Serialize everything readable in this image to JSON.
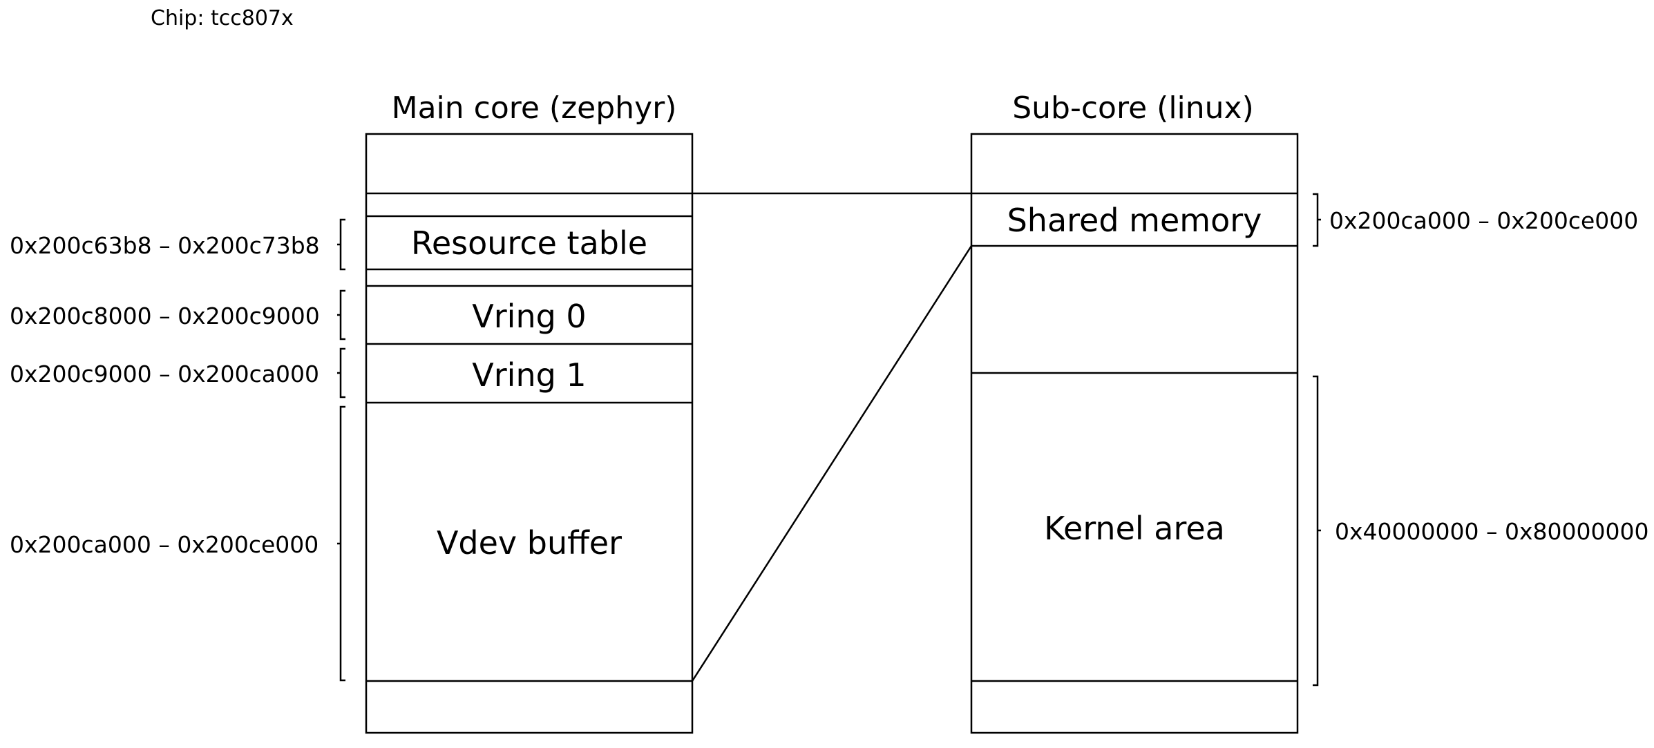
{
  "chip_label": "Chip: tcc807x",
  "main_core": {
    "title": "Main core (zephyr)",
    "regions": {
      "resource_table": "Resource table",
      "vring0": "Vring 0",
      "vring1": "Vring 1",
      "vdev_buffer": "Vdev buffer"
    },
    "addresses": {
      "resource_table": "0x200c63b8 – 0x200c73b8",
      "vring0": "0x200c8000 – 0x200c9000",
      "vring1": "0x200c9000 – 0x200ca000",
      "vdev_buffer": "0x200ca000 – 0x200ce000"
    }
  },
  "sub_core": {
    "title": "Sub-core (linux)",
    "regions": {
      "shared_memory": "Shared memory",
      "kernel_area": "Kernel area"
    },
    "addresses": {
      "shared_memory": "0x200ca000 – 0x200ce000",
      "kernel_area": "0x40000000 – 0x80000000"
    }
  }
}
